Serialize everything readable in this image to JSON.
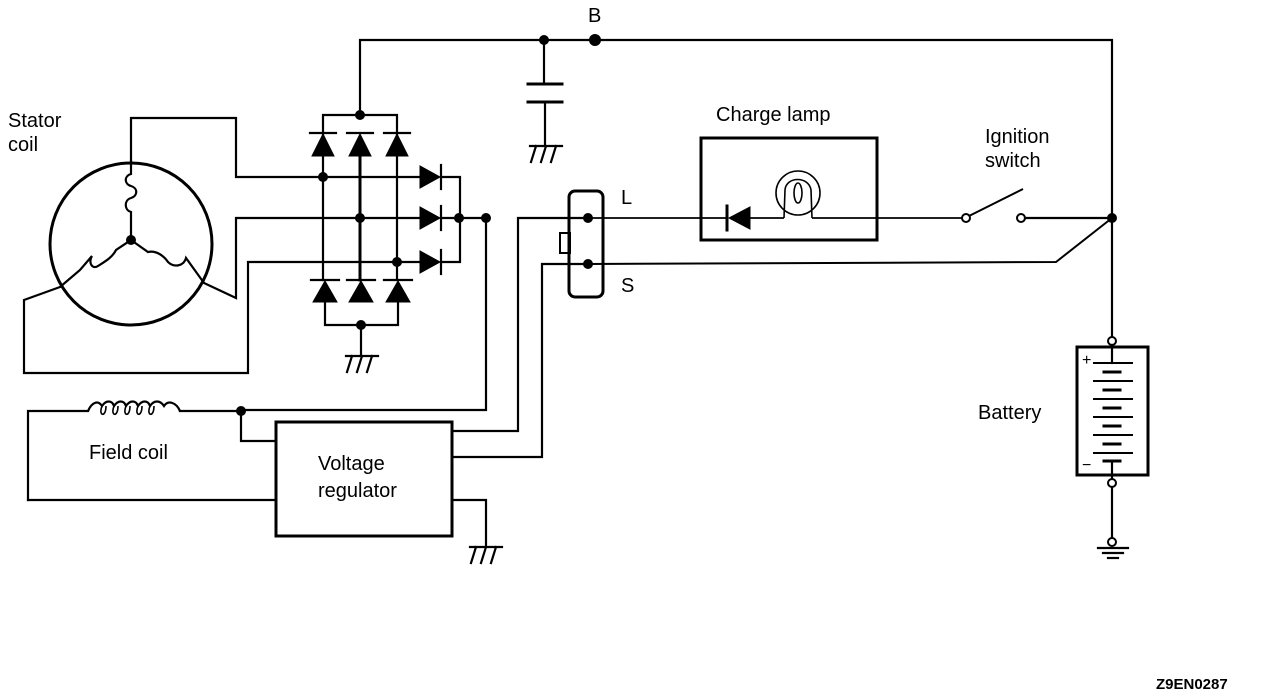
{
  "diagram": {
    "title": "Alternator charging circuit",
    "labels": {
      "terminal_b": "B",
      "stator_line1": "Stator",
      "stator_line2": "coil",
      "charge_lamp": "Charge lamp",
      "ignition_line1": "Ignition",
      "ignition_line2": "switch",
      "terminal_l": "L",
      "terminal_s": "S",
      "battery": "Battery",
      "field_coil": "Field coil",
      "regulator_line1": "Voltage",
      "regulator_line2": "regulator",
      "battery_plus": "+",
      "battery_minus": "−",
      "figure_code": "Z9EN0287"
    },
    "components": [
      {
        "id": "stator-coil",
        "type": "three-phase star winding"
      },
      {
        "id": "rectifier",
        "type": "six-diode bridge"
      },
      {
        "id": "trio-diodes",
        "type": "three auxiliary diodes"
      },
      {
        "id": "capacitor",
        "type": "suppression capacitor"
      },
      {
        "id": "connector",
        "type": "L/S terminal connector"
      },
      {
        "id": "charge-lamp",
        "type": "lamp with diode"
      },
      {
        "id": "ignition-switch",
        "type": "SPST switch"
      },
      {
        "id": "battery",
        "type": "battery"
      },
      {
        "id": "field-coil",
        "type": "inductor"
      },
      {
        "id": "voltage-regulator",
        "type": "block"
      }
    ]
  }
}
